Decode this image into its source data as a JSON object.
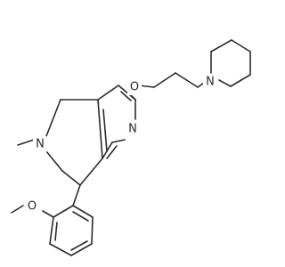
{
  "molecule": {
    "labels": {
      "methyl_label": "",
      "n_ring": "N",
      "n_pyridine": "N",
      "o_ether": "O",
      "n_piperidine": "N",
      "o_methoxy": "O"
    }
  }
}
